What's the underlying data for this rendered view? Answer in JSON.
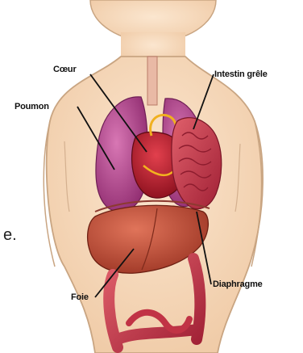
{
  "labels": {
    "coeur": "Cœur",
    "poumon": "Poumon",
    "intestin": "Intestin grêle",
    "foie": "Foie",
    "diaphragme": "Diaphragme"
  },
  "stray_text": "e.",
  "colors": {
    "skin": "#f6d8b8",
    "skin_outline": "#c9a582",
    "lung": "#b0408a",
    "heart": "#b8182a",
    "liver": "#c24a33",
    "intestine": "#c8384a",
    "leader_line": "#111111"
  }
}
